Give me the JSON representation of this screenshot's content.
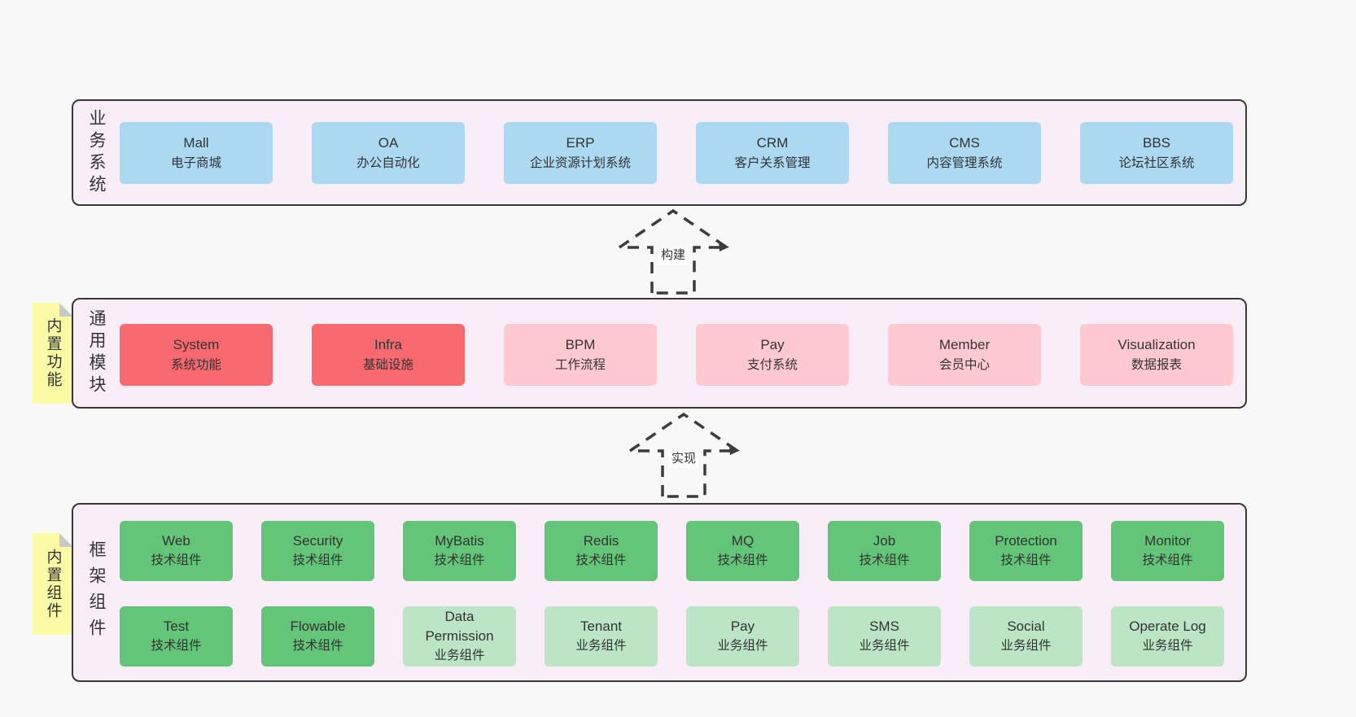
{
  "colors": {
    "page_bg": "#f8f8f8",
    "panel_bg": "#f9eef7",
    "panel_border": "#383838",
    "box_blue": "#abd9f2",
    "box_red": "#f7696f",
    "box_pink": "#ffc9d2",
    "box_green": "#62c577",
    "box_green_light": "#bce5c6",
    "sticky_yellow": "#fbfba6",
    "sticky_fold": "#c9c9c9",
    "arrow_stroke": "#3c3c3c",
    "text": "#333333"
  },
  "arrows": [
    {
      "label": "构建"
    },
    {
      "label": "实现"
    }
  ],
  "layers": [
    {
      "id": "business-systems",
      "label": "业务系统",
      "boxes": [
        {
          "title": "Mall",
          "subtitle": "电子商城"
        },
        {
          "title": "OA",
          "subtitle": "办公自动化"
        },
        {
          "title": "ERP",
          "subtitle": "企业资源计划系统"
        },
        {
          "title": "CRM",
          "subtitle": "客户关系管理"
        },
        {
          "title": "CMS",
          "subtitle": "内容管理系统"
        },
        {
          "title": "BBS",
          "subtitle": "论坛社区系统"
        }
      ]
    },
    {
      "id": "common-modules",
      "label": "通用模块",
      "sticky": "内置功能",
      "boxes": [
        {
          "title": "System",
          "subtitle": "系统功能"
        },
        {
          "title": "Infra",
          "subtitle": "基础设施"
        },
        {
          "title": "BPM",
          "subtitle": "工作流程"
        },
        {
          "title": "Pay",
          "subtitle": "支付系统"
        },
        {
          "title": "Member",
          "subtitle": "会员中心"
        },
        {
          "title": "Visualization",
          "subtitle": "数据报表"
        }
      ]
    },
    {
      "id": "framework-components",
      "label": "框架组件",
      "sticky": "内置组件",
      "rows": [
        [
          {
            "title": "Web",
            "subtitle": "技术组件"
          },
          {
            "title": "Security",
            "subtitle": "技术组件"
          },
          {
            "title": "MyBatis",
            "subtitle": "技术组件"
          },
          {
            "title": "Redis",
            "subtitle": "技术组件"
          },
          {
            "title": "MQ",
            "subtitle": "技术组件"
          },
          {
            "title": "Job",
            "subtitle": "技术组件"
          },
          {
            "title": "Protection",
            "subtitle": "技术组件"
          },
          {
            "title": "Monitor",
            "subtitle": "技术组件"
          }
        ],
        [
          {
            "title": "Test",
            "subtitle": "技术组件"
          },
          {
            "title": "Flowable",
            "subtitle": "技术组件"
          },
          {
            "title": "Data Permission",
            "subtitle": "业务组件"
          },
          {
            "title": "Tenant",
            "subtitle": "业务组件"
          },
          {
            "title": "Pay",
            "subtitle": "业务组件"
          },
          {
            "title": "SMS",
            "subtitle": "业务组件"
          },
          {
            "title": "Social",
            "subtitle": "业务组件"
          },
          {
            "title": "Operate Log",
            "subtitle": "业务组件"
          }
        ]
      ]
    }
  ]
}
